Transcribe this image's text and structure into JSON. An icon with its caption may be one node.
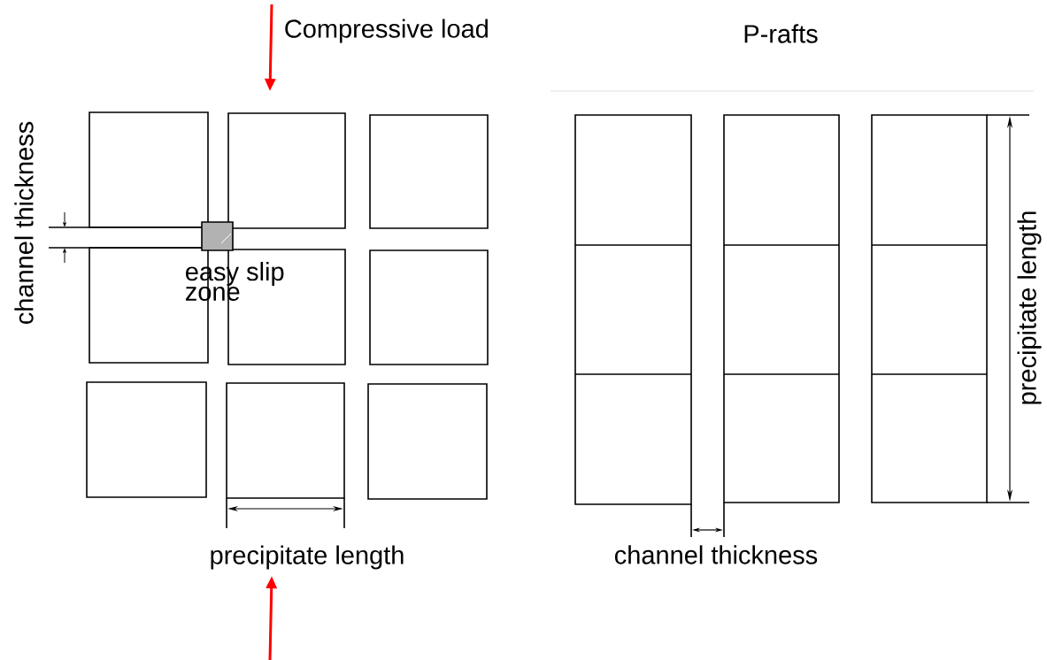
{
  "diagram": {
    "labels": [
      "Compressive load",
      "P-rafts",
      "channel thickness",
      "easy slip zone",
      "precipitate length",
      "precipitate length",
      "channel thickness"
    ]
  }
}
